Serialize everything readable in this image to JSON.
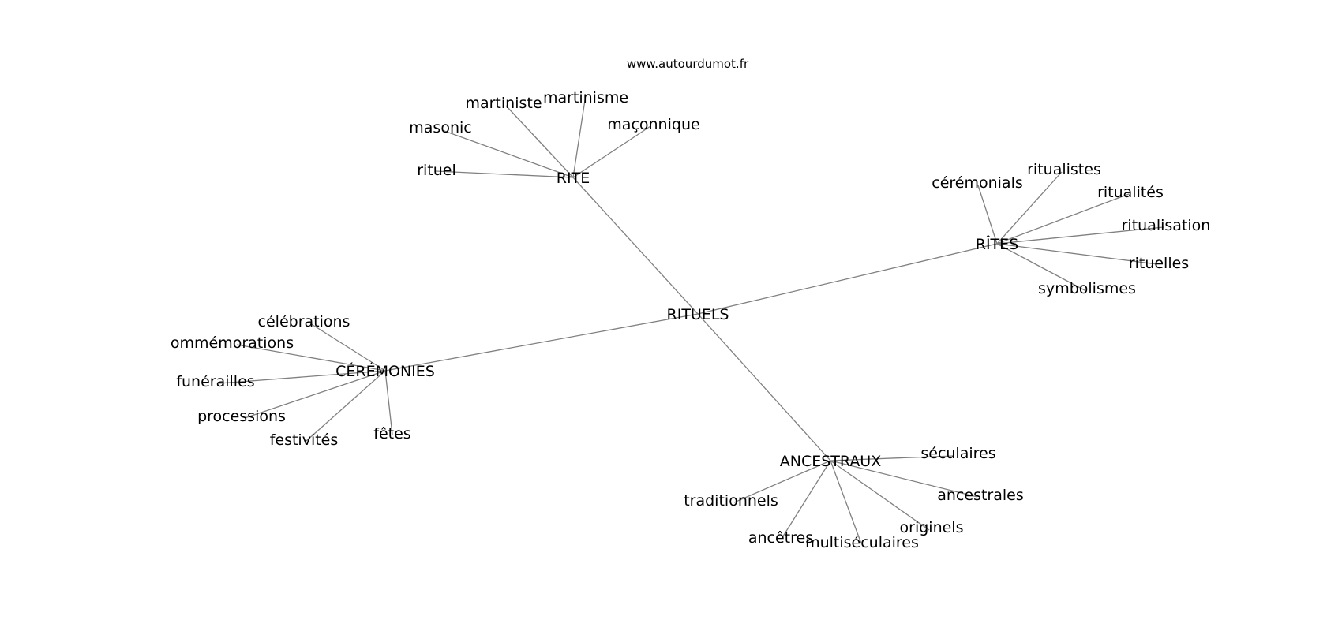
{
  "watermark": "www.autourdumot.fr",
  "colors": {
    "edge": "#808080",
    "text": "#000000",
    "background": "#ffffff"
  },
  "graph": {
    "center": "RITUELS",
    "hubs": [
      {
        "id": "rite",
        "label": "RITE",
        "leaves": [
          "martiniste",
          "martinisme",
          "masonic",
          "maçonnique",
          "rituel"
        ]
      },
      {
        "id": "rites",
        "label": "RÎTES",
        "leaves": [
          "cérémonials",
          "ritualistes",
          "ritualités",
          "ritualisation",
          "rituelles",
          "symbolismes"
        ]
      },
      {
        "id": "ceremonies",
        "label": "CÉRÉMONIES",
        "leaves": [
          "célébrations",
          "ommémorations",
          "funérailles",
          "processions",
          "festivités",
          "fêtes"
        ]
      },
      {
        "id": "ancestraux",
        "label": "ANCESTRAUX",
        "leaves": [
          "séculaires",
          "ancestrales",
          "traditionnels",
          "ancêtres",
          "multiséculaires",
          "originels"
        ]
      }
    ]
  }
}
